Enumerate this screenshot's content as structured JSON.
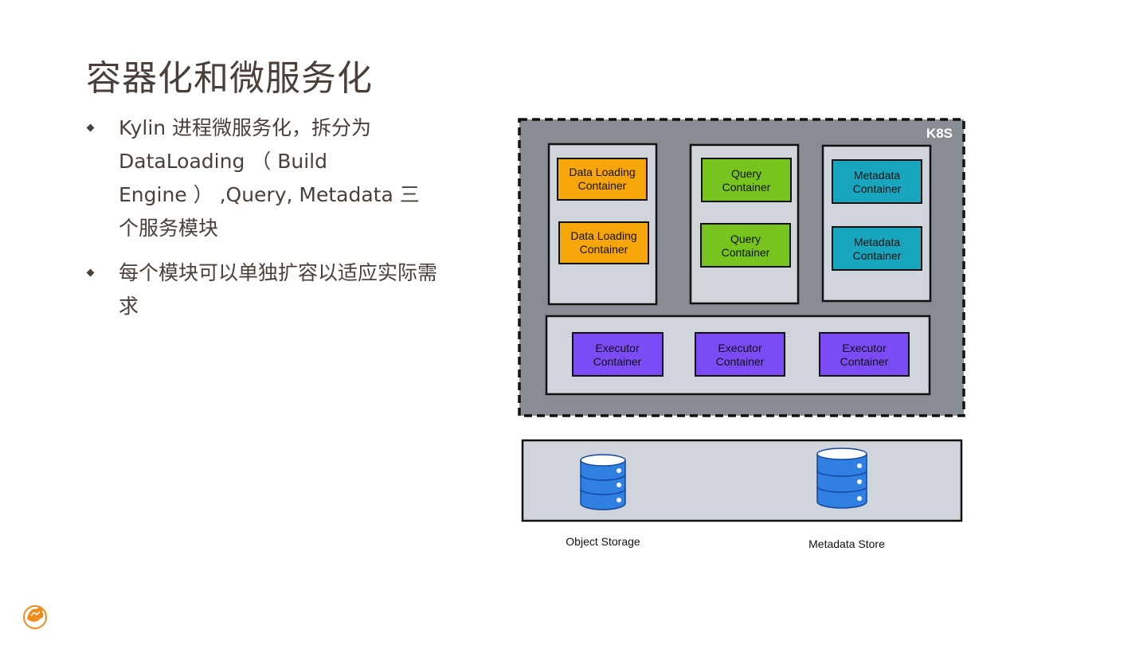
{
  "slide": {
    "title": "容器化和微服务化",
    "bullets": [
      {
        "lines": [
          "Kylin 进程微服务化，拆分为",
          "DataLoading （ Build",
          "Engine ） ,Query, Metadata 三",
          "个服务模块"
        ]
      },
      {
        "lines": [
          "每个模块可以单独扩容以适应实际需",
          "求"
        ]
      }
    ]
  },
  "diagram": {
    "k8s_label": "K8S",
    "dataloading": [
      {
        "line1": "Data Loading",
        "line2": "Container"
      },
      {
        "line1": "Data Loading",
        "line2": "Container"
      }
    ],
    "query": [
      {
        "line1": "Query",
        "line2": "Container"
      },
      {
        "line1": "Query",
        "line2": "Container"
      }
    ],
    "metadata": [
      {
        "line1": "Metadata",
        "line2": "Container"
      },
      {
        "line1": "Metadata",
        "line2": "Container"
      }
    ],
    "executors": [
      {
        "line1": "Executor",
        "line2": "Container"
      },
      {
        "line1": "Executor",
        "line2": "Container"
      },
      {
        "line1": "Executor",
        "line2": "Container"
      }
    ],
    "object_storage_label": "Object Storage",
    "metadata_store_label": "Metadata Store",
    "colors": {
      "k8s_bg": "#888d94",
      "panel_bg": "#d0d4db",
      "dataloading": "#f6a609",
      "query": "#78c41f",
      "metadata": "#17a6bd",
      "executor": "#7b4cf5",
      "database": "#2f80e0"
    }
  }
}
